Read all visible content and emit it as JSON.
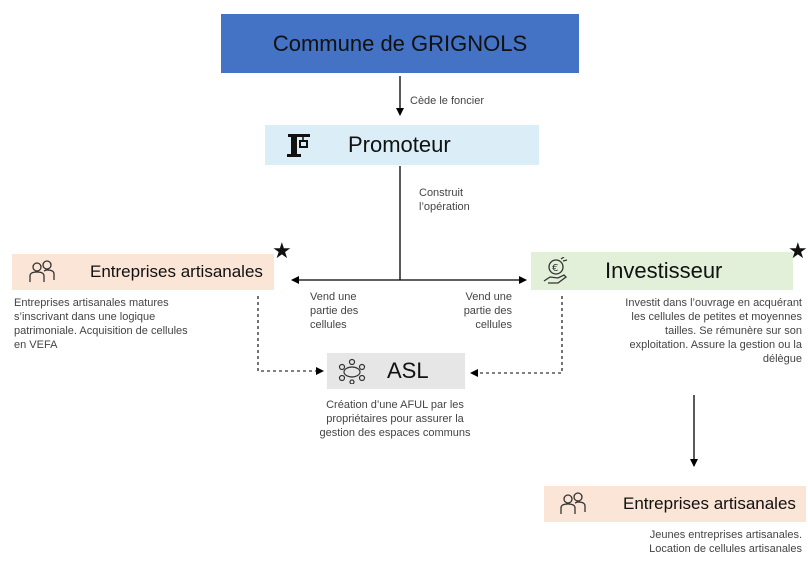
{
  "commune": {
    "label": "Commune de GRIGNOLS",
    "color": "#4472c4"
  },
  "cede": {
    "text": "Cède le foncier"
  },
  "promoteur": {
    "label": "Promoteur",
    "color": "#dbeef7",
    "icon": "crane-icon"
  },
  "construit": {
    "line1": "Construit",
    "line2": "l’opération"
  },
  "left_company": {
    "label": "Entreprises artisanales",
    "color": "#fbe5d6",
    "icon": "people-icon",
    "star": "★",
    "desc": [
      "Entreprises artisanales matures",
      "s’inscrivant dans une logique",
      "patrimoniale. Acquisition de cellules",
      "en VEFA"
    ]
  },
  "investisseur": {
    "label": "Investisseur",
    "color": "#e2f0d9",
    "icon": "money-hand-icon",
    "star": "★",
    "desc": [
      "Investit dans l’ouvrage en acquérant",
      "les cellules de petites et moyennes",
      "tailles. Se rémunère sur son",
      "exploitation. Assure la gestion ou la",
      "délègue"
    ]
  },
  "vend_left": {
    "line1": "Vend une",
    "line2": "partie des",
    "line3": "cellules"
  },
  "vend_right": {
    "line1": "Vend une",
    "line2": "partie des",
    "line3": "cellules"
  },
  "asl": {
    "label": "ASL",
    "color": "#e7e6e6",
    "icon": "meeting-table-icon",
    "desc": [
      "Création d’une AFUL par les",
      "propriétaires pour assurer la",
      "gestion des espaces communs"
    ]
  },
  "right_company": {
    "label": "Entreprises artisanales",
    "color": "#fbe5d6",
    "icon": "people-icon",
    "desc": [
      "Jeunes entreprises artisanales.",
      "Location de cellules artisanales"
    ]
  }
}
